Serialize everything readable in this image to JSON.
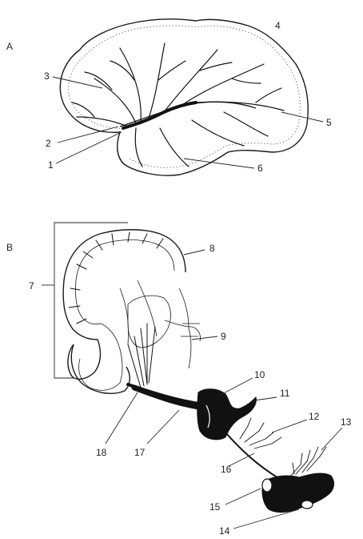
{
  "panels": [
    {
      "letter": "A"
    },
    {
      "letter": "B"
    }
  ],
  "labels": {
    "n1": "1",
    "n2": "2",
    "n3": "3",
    "n4": "4",
    "n5": "5",
    "n6": "6",
    "n7": "7",
    "n8": "8",
    "n9": "9",
    "n10": "10",
    "n11": "11",
    "n12": "12",
    "n13": "13",
    "n14": "14",
    "n15": "15",
    "n16": "16",
    "n17": "17",
    "n18": "18"
  }
}
